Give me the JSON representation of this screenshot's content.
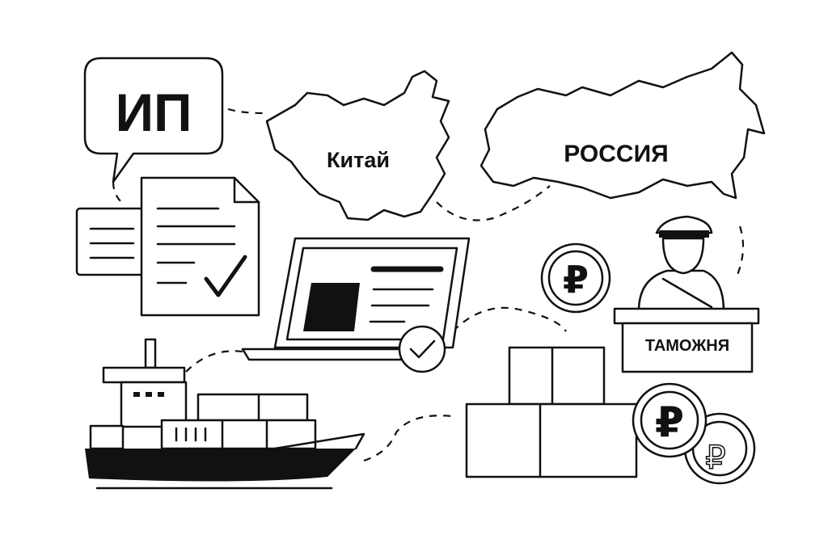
{
  "labels": {
    "speech_bubble": "ИП",
    "china": "Китай",
    "russia": "РОССИЯ",
    "customs": "ТАМОЖНЯ",
    "ruble_symbol": "₽"
  },
  "colors": {
    "ink": "#111111",
    "background": "#ffffff"
  }
}
